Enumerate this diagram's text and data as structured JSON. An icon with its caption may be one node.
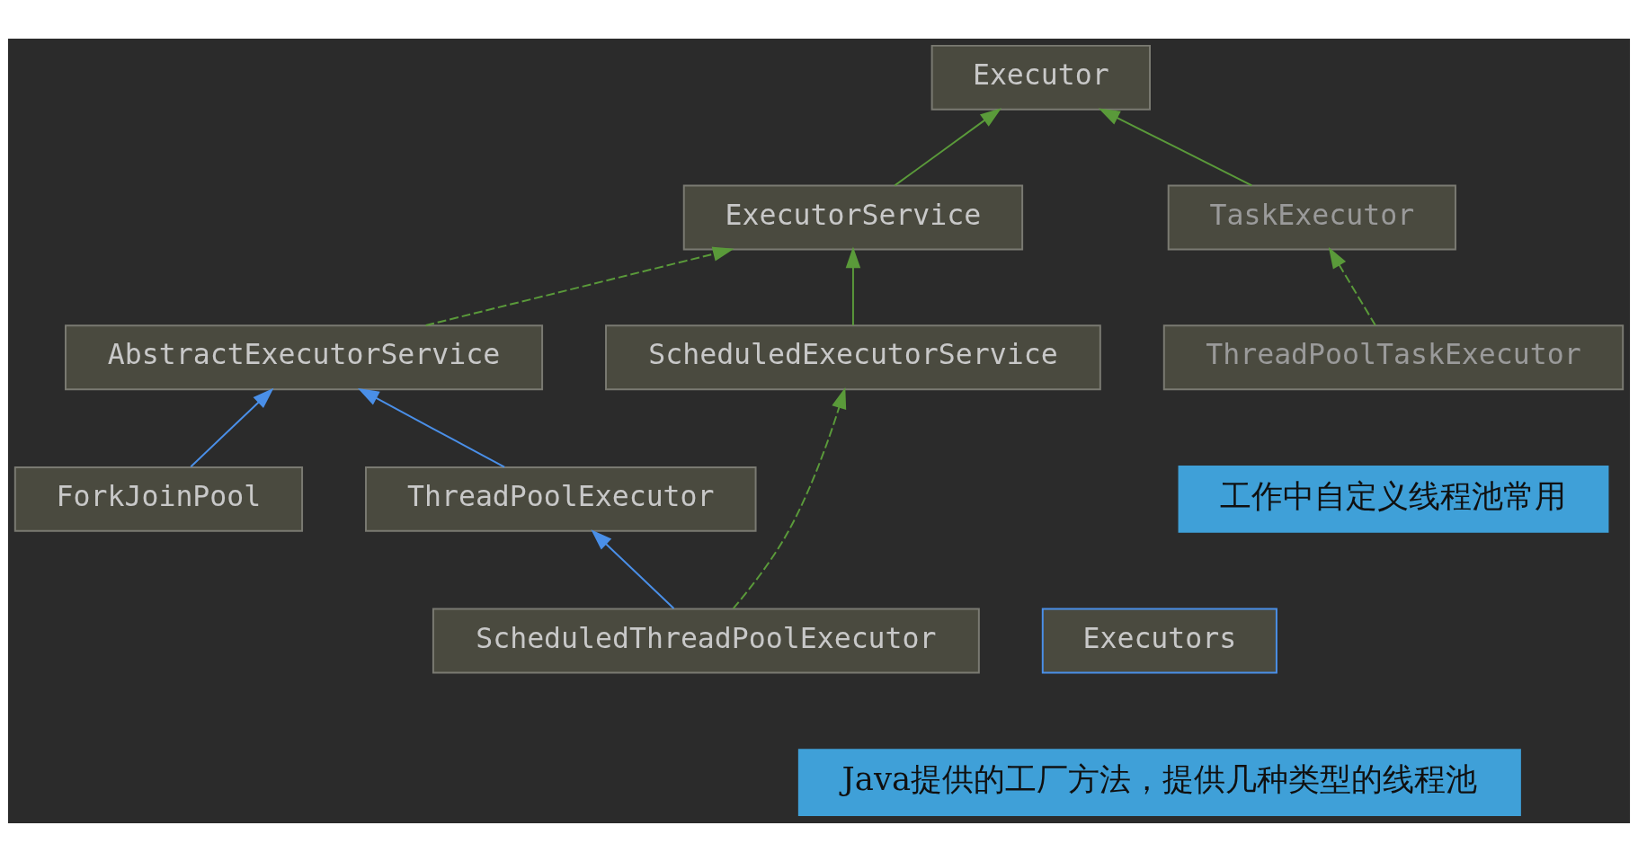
{
  "diagram": {
    "nodes": [
      {
        "text": [
          "Executor"
        ]
      },
      {
        "text": [
          "ExecutorService"
        ]
      },
      {
        "text": [
          "TaskExecutor"
        ]
      },
      {
        "text": [
          "AbstractExecutorService"
        ]
      },
      {
        "text": [
          "ScheduledExecutorService"
        ]
      },
      {
        "text": [
          "ThreadPoolTaskExecutor"
        ]
      },
      {
        "text": [
          "ForkJoinPool"
        ]
      },
      {
        "text": [
          "ThreadPoolExecutor"
        ]
      },
      {
        "text": [
          "Executors"
        ]
      },
      {
        "text": [
          "ScheduledThreadPoolExecutor"
        ]
      }
    ],
    "edges": [
      {
        "from": 1,
        "to": 0,
        "arrow": "to"
      },
      {
        "from": 2,
        "to": 0,
        "arrow": "to"
      },
      {
        "from": 3,
        "to": 1,
        "arrow": "to",
        "style": "dashed"
      },
      {
        "from": 4,
        "to": 1,
        "arrow": "to"
      },
      {
        "from": 5,
        "to": 2,
        "arrow": "to",
        "style": "dashed"
      },
      {
        "from": 6,
        "to": 3,
        "arrow": "to",
        "color": "#4a8fe8"
      },
      {
        "from": 7,
        "to": 3,
        "arrow": "to",
        "color": "#4a8fe8"
      },
      {
        "from": 9,
        "to": 7,
        "arrow": "to",
        "color": "#4a8fe8"
      },
      {
        "from": 9,
        "to": 4,
        "arrow": "to",
        "style": "dashed"
      }
    ],
    "labels": [
      "工作中自定义线程池常用",
      "Java提供的工厂方法，提供几种类型的线程池"
    ]
  }
}
